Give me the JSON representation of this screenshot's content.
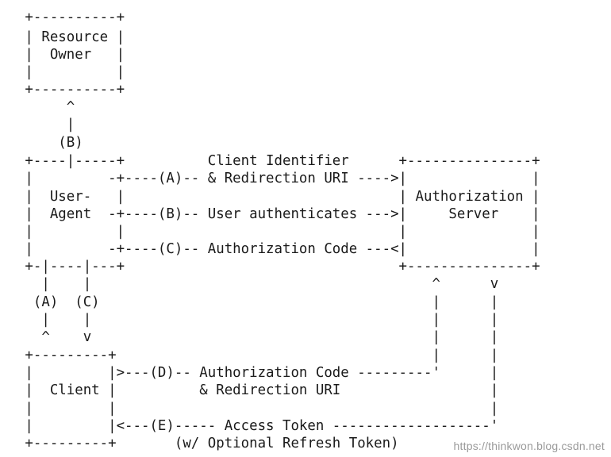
{
  "diagram": {
    "lines": [
      "   +----------+",
      "   | Resource |",
      "   |  Owner   |",
      "   |          |",
      "   +----------+",
      "        ^",
      "        |",
      "       (B)",
      "   +----|-----+          Client Identifier      +---------------+",
      "   |         -+----(A)-- & Redirection URI ---->|               |",
      "   |  User-   |                                 | Authorization |",
      "   |  Agent  -+----(B)-- User authenticates --->|     Server    |",
      "   |          |                                 |               |",
      "   |         -+----(C)-- Authorization Code ---<|               |",
      "   +-|----|---+                                 +---------------+",
      "     |    |                                         ^      v",
      "    (A)  (C)                                        |      |",
      "     |    |                                         |      |",
      "     ^    v                                         |      |",
      "   +---------+                                      |      |",
      "   |         |>---(D)-- Authorization Code ---------'      |",
      "   |  Client |          & Redirection URI                  |",
      "   |         |                                             |",
      "   |         |<---(E)----- Access Token -------------------'",
      "   +---------+       (w/ Optional Refresh Token)"
    ]
  },
  "watermark": {
    "text": "https://thinkwon.blog.csdn.net"
  }
}
